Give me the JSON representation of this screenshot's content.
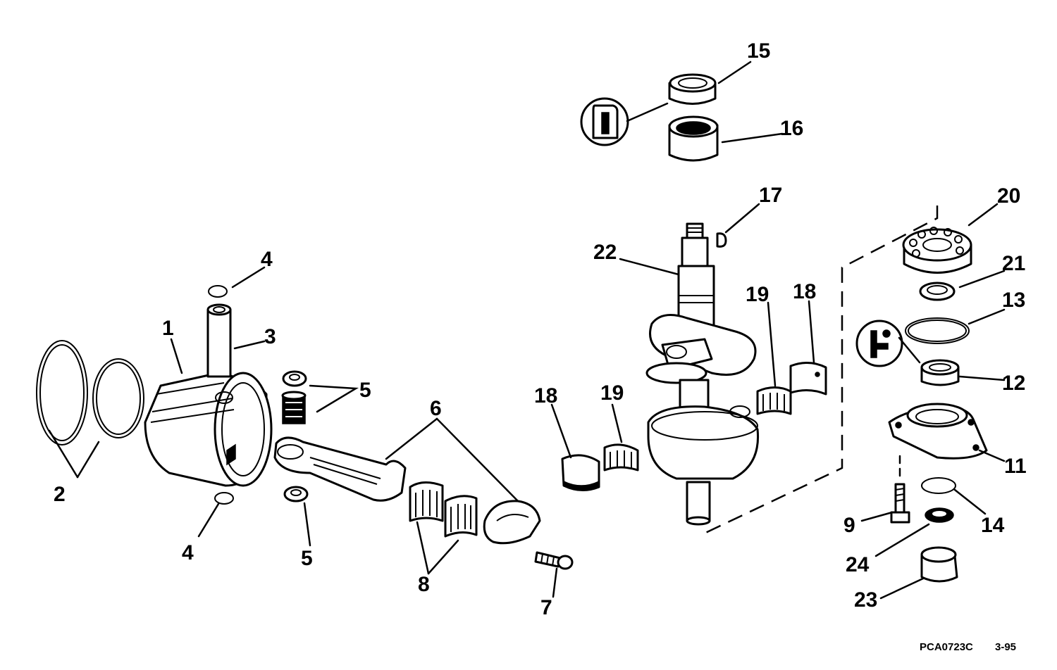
{
  "callouts": {
    "c1": "1",
    "c2": "2",
    "c3": "3",
    "c4a": "4",
    "c4b": "4",
    "c5a": "5",
    "c5b": "5",
    "c6": "6",
    "c7": "7",
    "c8": "8",
    "c9": "9",
    "c11": "11",
    "c12": "12",
    "c13": "13",
    "c14": "14",
    "c15": "15",
    "c16": "16",
    "c17": "17",
    "c18a": "18",
    "c18b": "18",
    "c19a": "19",
    "c19b": "19",
    "c20": "20",
    "c21": "21",
    "c22": "22",
    "c23": "23",
    "c24": "24"
  },
  "footer": {
    "code": "PCA0723C",
    "date": "3-95"
  },
  "icons": [
    "lubricant-icon",
    "sealant-icon"
  ],
  "colors": {
    "ink": "#000000",
    "paper": "#ffffff"
  }
}
